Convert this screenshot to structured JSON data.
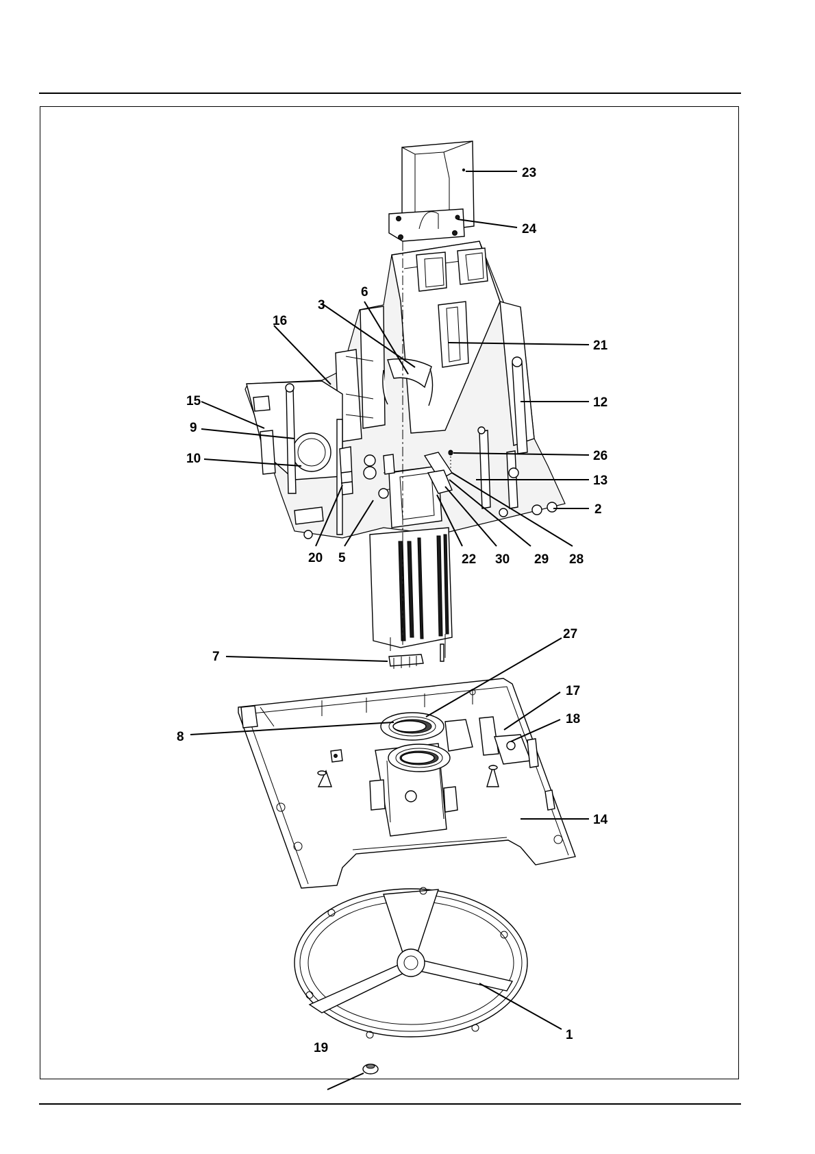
{
  "callouts": [
    {
      "id": "c1",
      "label": "1"
    },
    {
      "id": "c2",
      "label": "2"
    },
    {
      "id": "c3",
      "label": "3"
    },
    {
      "id": "c5",
      "label": "5"
    },
    {
      "id": "c6",
      "label": "6"
    },
    {
      "id": "c7",
      "label": "7"
    },
    {
      "id": "c8",
      "label": "8"
    },
    {
      "id": "c9",
      "label": "9"
    },
    {
      "id": "c10",
      "label": "10"
    },
    {
      "id": "c12",
      "label": "12"
    },
    {
      "id": "c13",
      "label": "13"
    },
    {
      "id": "c14",
      "label": "14"
    },
    {
      "id": "c15",
      "label": "15"
    },
    {
      "id": "c16",
      "label": "16"
    },
    {
      "id": "c17",
      "label": "17"
    },
    {
      "id": "c18",
      "label": "18"
    },
    {
      "id": "c19",
      "label": "19"
    },
    {
      "id": "c20",
      "label": "20"
    },
    {
      "id": "c21",
      "label": "21"
    },
    {
      "id": "c22",
      "label": "22"
    },
    {
      "id": "c23",
      "label": "23"
    },
    {
      "id": "c24",
      "label": "24"
    },
    {
      "id": "c26",
      "label": "26"
    },
    {
      "id": "c27",
      "label": "27"
    },
    {
      "id": "c28",
      "label": "28"
    },
    {
      "id": "c29",
      "label": "29"
    },
    {
      "id": "c30",
      "label": "30"
    }
  ]
}
